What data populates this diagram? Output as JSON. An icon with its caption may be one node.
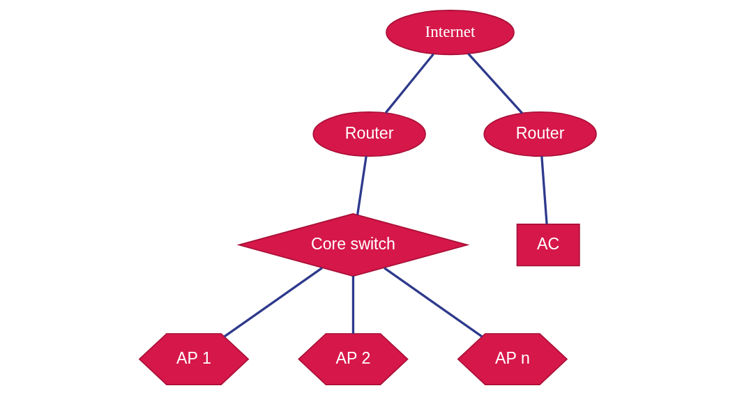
{
  "diagram": {
    "nodes": [
      {
        "text": [
          "Internet"
        ]
      },
      {
        "text": [
          "Router"
        ]
      },
      {
        "text": [
          "Router"
        ]
      },
      {
        "text": [
          "Core switch"
        ]
      },
      {
        "text": [
          "AC"
        ]
      },
      {
        "text": [
          "AP 1"
        ]
      },
      {
        "text": [
          "AP 2"
        ]
      },
      {
        "text": [
          "AP n"
        ]
      }
    ],
    "edges": [
      {
        "from": 0,
        "to": 1,
        "arrow": "none"
      },
      {
        "from": 0,
        "to": 2,
        "arrow": "none"
      },
      {
        "from": 1,
        "to": 3,
        "arrow": "none"
      },
      {
        "from": 2,
        "to": 4,
        "arrow": "none"
      },
      {
        "from": 3,
        "to": 5,
        "arrow": "none"
      },
      {
        "from": 3,
        "to": 6,
        "arrow": "none"
      },
      {
        "from": 3,
        "to": 7,
        "arrow": "none"
      }
    ]
  }
}
